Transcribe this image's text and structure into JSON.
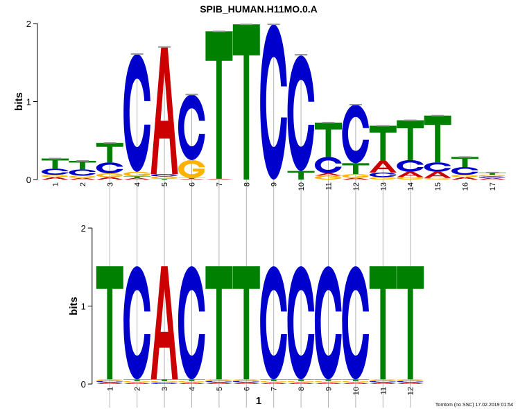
{
  "title": "SPIB_HUMAN.H11MO.0.A",
  "footer": "Tomtom (no SSC) 17.02.2019 01:54",
  "colors": {
    "A": "#cc0000",
    "C": "#0000cc",
    "G": "#ffb300",
    "T": "#008000",
    "guide": "#b4b4b4",
    "errbar": "#969696"
  },
  "chart_data": [
    {
      "type": "sequence-logo",
      "name": "SPIB_HUMAN.H11MO.0.A",
      "ylabel": "bits",
      "ylim": [
        0,
        2
      ],
      "yticks": [
        "0",
        "1",
        "2"
      ],
      "positions": [
        "1",
        "2",
        "3",
        "4",
        "5",
        "6",
        "7",
        "8",
        "9",
        "10",
        "11",
        "12",
        "13",
        "14",
        "15",
        "16",
        "17"
      ],
      "columns": [
        {
          "pos": "1",
          "letters": [
            {
              "b": "A",
              "h": 0.03
            },
            {
              "b": "G",
              "h": 0.03
            },
            {
              "b": "C",
              "h": 0.08
            },
            {
              "b": "T",
              "h": 0.13
            }
          ],
          "total": 0.27
        },
        {
          "pos": "2",
          "letters": [
            {
              "b": "A",
              "h": 0.02
            },
            {
              "b": "G",
              "h": 0.03
            },
            {
              "b": "C",
              "h": 0.08
            },
            {
              "b": "T",
              "h": 0.11
            }
          ],
          "total": 0.24
        },
        {
          "pos": "3",
          "letters": [
            {
              "b": "A",
              "h": 0.03
            },
            {
              "b": "G",
              "h": 0.05
            },
            {
              "b": "C",
              "h": 0.14
            },
            {
              "b": "T",
              "h": 0.25
            }
          ],
          "total": 0.47
        },
        {
          "pos": "4",
          "letters": [
            {
              "b": "A",
              "h": 0.02
            },
            {
              "b": "T",
              "h": 0.02
            },
            {
              "b": "G",
              "h": 0.06
            },
            {
              "b": "C",
              "h": 1.51
            }
          ],
          "total": 1.61
        },
        {
          "pos": "5",
          "letters": [
            {
              "b": "T",
              "h": 0.01
            },
            {
              "b": "G",
              "h": 0.03
            },
            {
              "b": "C",
              "h": 0.03
            },
            {
              "b": "A",
              "h": 1.63
            }
          ],
          "total": 1.7
        },
        {
          "pos": "6",
          "letters": [
            {
              "b": "A",
              "h": 0.01
            },
            {
              "b": "T",
              "h": 0.01
            },
            {
              "b": "G",
              "h": 0.23
            },
            {
              "b": "C",
              "h": 0.84
            }
          ],
          "total": 1.09
        },
        {
          "pos": "7",
          "letters": [
            {
              "b": "A",
              "h": 0.01
            },
            {
              "b": "T",
              "h": 1.89
            }
          ],
          "total": 1.9
        },
        {
          "pos": "8",
          "letters": [
            {
              "b": "T",
              "h": 1.99
            }
          ],
          "total": 1.99
        },
        {
          "pos": "9",
          "letters": [
            {
              "b": "C",
              "h": 1.99
            }
          ],
          "total": 1.99
        },
        {
          "pos": "10",
          "letters": [
            {
              "b": "T",
              "h": 0.11
            },
            {
              "b": "C",
              "h": 1.48
            }
          ],
          "total": 1.6
        },
        {
          "pos": "11",
          "letters": [
            {
              "b": "G",
              "h": 0.05
            },
            {
              "b": "A",
              "h": 0.03
            },
            {
              "b": "C",
              "h": 0.21
            },
            {
              "b": "T",
              "h": 0.44
            }
          ],
          "total": 0.73
        },
        {
          "pos": "12",
          "letters": [
            {
              "b": "A",
              "h": 0.02
            },
            {
              "b": "G",
              "h": 0.05
            },
            {
              "b": "T",
              "h": 0.14
            },
            {
              "b": "C",
              "h": 0.75
            }
          ],
          "total": 0.96
        },
        {
          "pos": "13",
          "letters": [
            {
              "b": "G",
              "h": 0.03
            },
            {
              "b": "C",
              "h": 0.06
            },
            {
              "b": "A",
              "h": 0.15
            },
            {
              "b": "T",
              "h": 0.45
            }
          ],
          "total": 0.69
        },
        {
          "pos": "14",
          "letters": [
            {
              "b": "G",
              "h": 0.03
            },
            {
              "b": "A",
              "h": 0.07
            },
            {
              "b": "C",
              "h": 0.15
            },
            {
              "b": "T",
              "h": 0.51
            }
          ],
          "total": 0.76
        },
        {
          "pos": "15",
          "letters": [
            {
              "b": "G",
              "h": 0.02
            },
            {
              "b": "A",
              "h": 0.08
            },
            {
              "b": "C",
              "h": 0.12
            },
            {
              "b": "T",
              "h": 0.6
            }
          ],
          "total": 0.82
        },
        {
          "pos": "16",
          "letters": [
            {
              "b": "A",
              "h": 0.03
            },
            {
              "b": "G",
              "h": 0.03
            },
            {
              "b": "C",
              "h": 0.1
            },
            {
              "b": "T",
              "h": 0.13
            }
          ],
          "total": 0.29
        },
        {
          "pos": "17",
          "letters": [
            {
              "b": "A",
              "h": 0.02
            },
            {
              "b": "C",
              "h": 0.02
            },
            {
              "b": "G",
              "h": 0.02
            },
            {
              "b": "T",
              "h": 0.03
            }
          ],
          "total": 0.09
        }
      ]
    },
    {
      "type": "sequence-logo",
      "name": "1",
      "xlabel": "1",
      "ylabel": "bits",
      "ylim": [
        0,
        2
      ],
      "yticks": [
        "0",
        "1",
        "2"
      ],
      "positions": [
        "1",
        "2",
        "3",
        "4",
        "5",
        "6",
        "7",
        "8",
        "9",
        "10",
        "11",
        "12"
      ],
      "aligned_to": [
        "3",
        "4",
        "5",
        "6",
        "7",
        "8",
        "9",
        "10",
        "11",
        "12",
        "13",
        "14"
      ],
      "columns": [
        {
          "pos": "1",
          "letters": [
            {
              "b": "A",
              "h": 0.02
            },
            {
              "b": "C",
              "h": 0.02
            },
            {
              "b": "G",
              "h": 0.02
            },
            {
              "b": "T",
              "h": 1.45
            }
          ]
        },
        {
          "pos": "2",
          "letters": [
            {
              "b": "A",
              "h": 0.02
            },
            {
              "b": "G",
              "h": 0.02
            },
            {
              "b": "T",
              "h": 0.02
            },
            {
              "b": "C",
              "h": 1.45
            }
          ]
        },
        {
          "pos": "3",
          "letters": [
            {
              "b": "C",
              "h": 0.02
            },
            {
              "b": "G",
              "h": 0.02
            },
            {
              "b": "T",
              "h": 0.02
            },
            {
              "b": "A",
              "h": 1.45
            }
          ]
        },
        {
          "pos": "4",
          "letters": [
            {
              "b": "A",
              "h": 0.02
            },
            {
              "b": "G",
              "h": 0.02
            },
            {
              "b": "T",
              "h": 0.02
            },
            {
              "b": "C",
              "h": 1.45
            }
          ]
        },
        {
          "pos": "5",
          "letters": [
            {
              "b": "A",
              "h": 0.02
            },
            {
              "b": "C",
              "h": 0.02
            },
            {
              "b": "G",
              "h": 0.02
            },
            {
              "b": "T",
              "h": 1.45
            }
          ]
        },
        {
          "pos": "6",
          "letters": [
            {
              "b": "A",
              "h": 0.02
            },
            {
              "b": "C",
              "h": 0.02
            },
            {
              "b": "G",
              "h": 0.02
            },
            {
              "b": "T",
              "h": 1.45
            }
          ]
        },
        {
          "pos": "7",
          "letters": [
            {
              "b": "A",
              "h": 0.02
            },
            {
              "b": "G",
              "h": 0.02
            },
            {
              "b": "T",
              "h": 0.02
            },
            {
              "b": "C",
              "h": 1.45
            }
          ]
        },
        {
          "pos": "8",
          "letters": [
            {
              "b": "A",
              "h": 0.02
            },
            {
              "b": "G",
              "h": 0.02
            },
            {
              "b": "T",
              "h": 0.02
            },
            {
              "b": "C",
              "h": 1.45
            }
          ]
        },
        {
          "pos": "9",
          "letters": [
            {
              "b": "A",
              "h": 0.02
            },
            {
              "b": "G",
              "h": 0.02
            },
            {
              "b": "T",
              "h": 0.02
            },
            {
              "b": "C",
              "h": 1.45
            }
          ]
        },
        {
          "pos": "10",
          "letters": [
            {
              "b": "A",
              "h": 0.02
            },
            {
              "b": "G",
              "h": 0.02
            },
            {
              "b": "T",
              "h": 0.02
            },
            {
              "b": "C",
              "h": 1.45
            }
          ]
        },
        {
          "pos": "11",
          "letters": [
            {
              "b": "A",
              "h": 0.02
            },
            {
              "b": "C",
              "h": 0.02
            },
            {
              "b": "G",
              "h": 0.02
            },
            {
              "b": "T",
              "h": 1.45
            }
          ]
        },
        {
          "pos": "12",
          "letters": [
            {
              "b": "A",
              "h": 0.02
            },
            {
              "b": "C",
              "h": 0.02
            },
            {
              "b": "G",
              "h": 0.02
            },
            {
              "b": "T",
              "h": 1.45
            }
          ]
        }
      ]
    }
  ]
}
